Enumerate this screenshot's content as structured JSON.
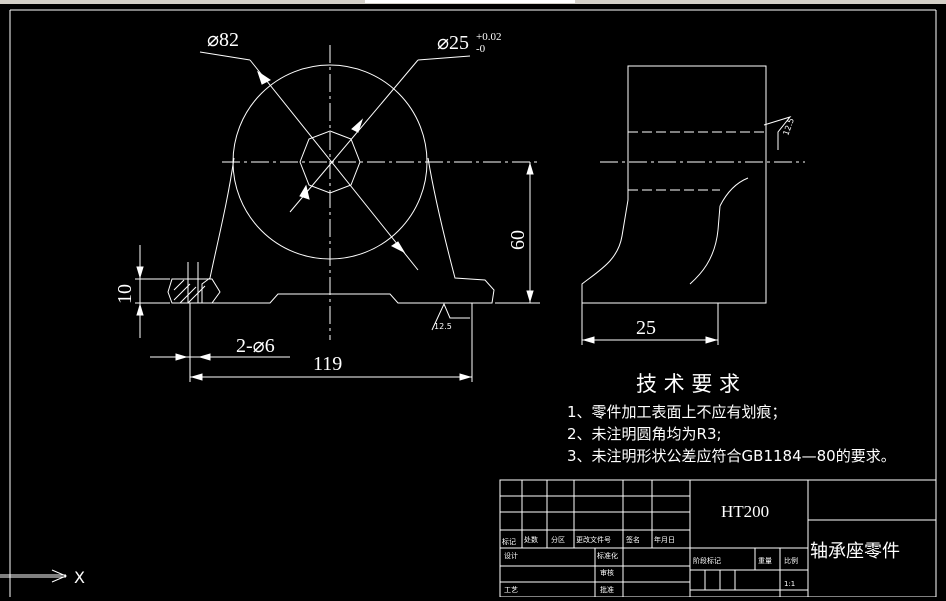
{
  "title_bar": {
    "fragment": ""
  },
  "dimensions": {
    "outer_diameter": "⌀82",
    "bore_diameter": "⌀25",
    "bore_tol_upper": "+0.02",
    "bore_tol_lower": "-0",
    "height": "60",
    "base_thickness": "10",
    "holes": "2-⌀6",
    "length": "119",
    "width": "25",
    "roughness_front": "12.5",
    "roughness_side": "12.5"
  },
  "tech_requirements": {
    "heading": "技  术  要  求",
    "items": [
      "1、零件加工表面上不应有划痕；",
      "2、未注明圆角均为R3;",
      "3、未注明形状公差应符合GB1184—80的要求。"
    ]
  },
  "title_block": {
    "material": "HT200",
    "part_name": "轴承座零件",
    "scale": "1:1",
    "row_labels": [
      "标记",
      "处数",
      "分区",
      "更改文件号",
      "签名",
      "年月日"
    ],
    "left_labels": [
      "设计",
      "标准化",
      "审核",
      "工艺",
      "批准"
    ],
    "mid_labels": [
      "阶段标记",
      "重量",
      "比例"
    ]
  },
  "ucs": {
    "x_label": "X"
  }
}
